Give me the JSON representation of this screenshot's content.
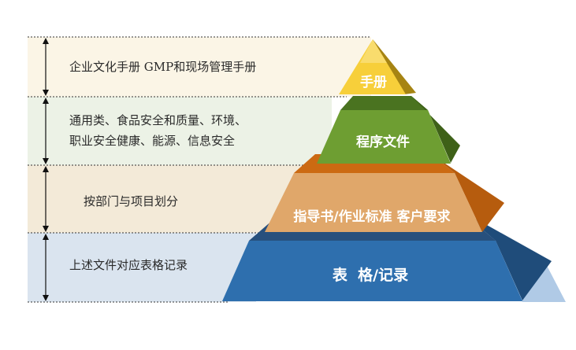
{
  "levels": [
    {
      "id": "manual",
      "description_lines": [
        "企业文化手册 GMP和现场管理手册"
      ],
      "pyramid_label": "手册",
      "band_color": "#fbf5e6",
      "front_color": "#f7cf3a",
      "side_color": "#a68413",
      "top_color": "#fae48f"
    },
    {
      "id": "procedures",
      "description_lines": [
        "通用类、食品安全和质量、环境、",
        "职业安全健康、能源、信息安全"
      ],
      "pyramid_label": "程序文件",
      "band_color": "#ecf2e6",
      "front_color": "#6e9e32",
      "side_color": "#3e6118",
      "top_color": "#4a7320"
    },
    {
      "id": "instructions",
      "description_lines": [
        "按部门与项目划分"
      ],
      "pyramid_label": "指导书/作业标准 客户要求",
      "band_color": "#f3ead8",
      "front_color": "#e0a76a",
      "side_color": "#b65c0e",
      "top_color": "#cc6a12"
    },
    {
      "id": "records",
      "description_lines": [
        "上述文件对应表格记录"
      ],
      "pyramid_label": "表  格/记录",
      "band_color": "#dae4ef",
      "front_color": "#2e6fae",
      "side_color": "#1f4c7a",
      "top_color": "#27507d"
    }
  ]
}
